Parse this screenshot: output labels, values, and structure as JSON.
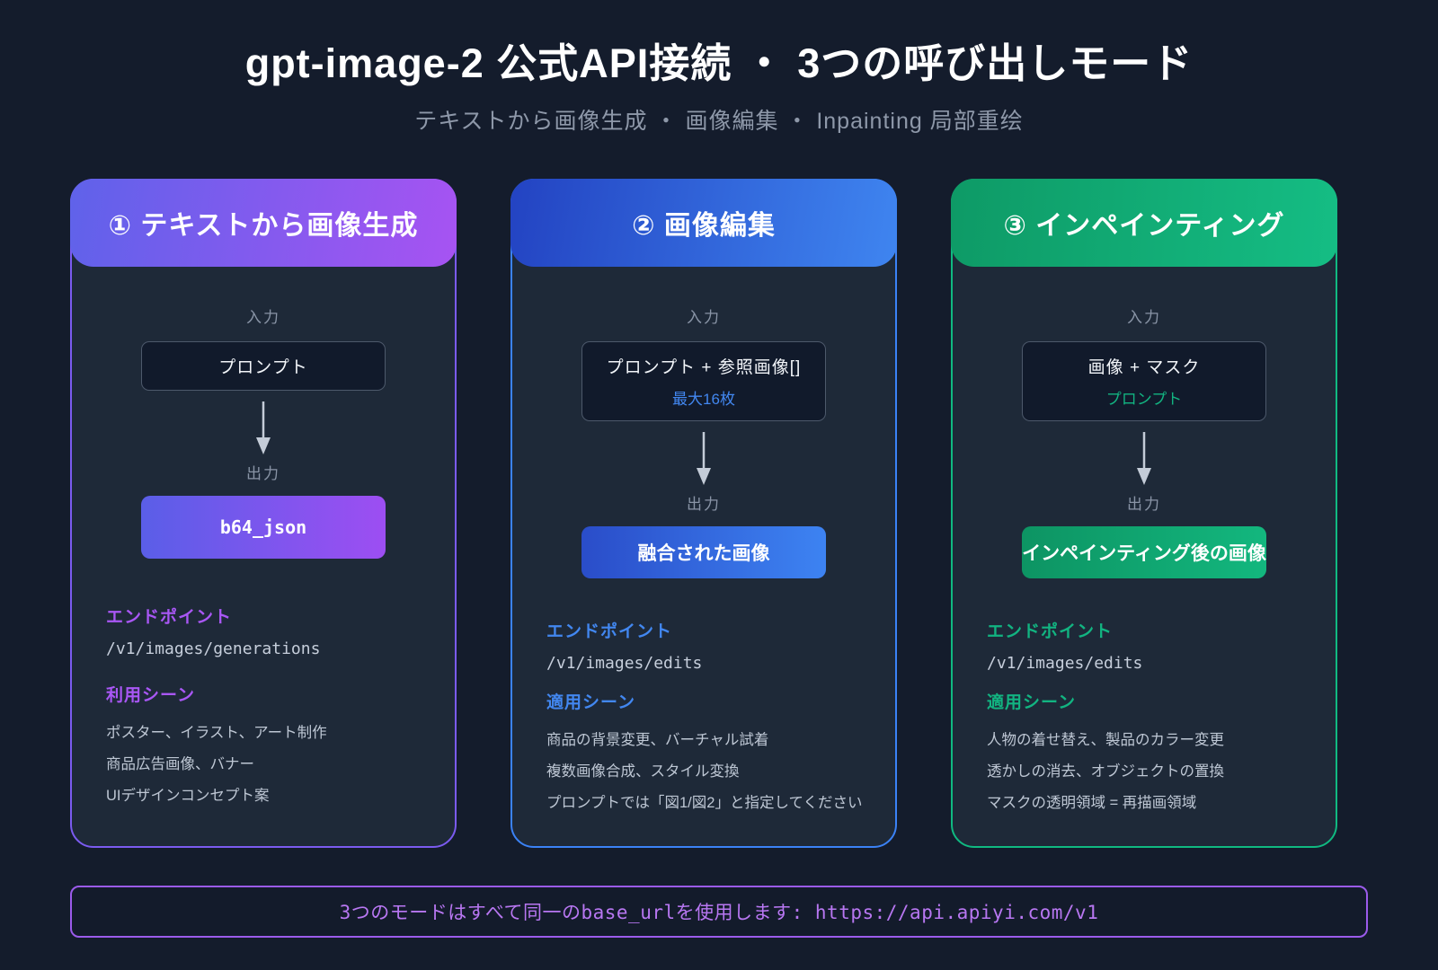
{
  "header": {
    "title": "gpt-image-2 公式API接続 ・ 3つの呼び出しモード",
    "subtitle": "テキストから画像生成 ・ 画像編集 ・ Inpainting 局部重绘"
  },
  "cards": [
    {
      "title": "① テキストから画像生成",
      "input_label": "入力",
      "input_main": "プロンプト",
      "output_label": "出力",
      "output_text": "b64_json",
      "endpoint_heading": "エンドポイント",
      "endpoint_path": "/v1/images/generations",
      "scene_heading": "利用シーン",
      "scenes": [
        "ポスター、イラスト、アート制作",
        "商品広告画像、バナー",
        "UIデザインコンセプト案"
      ],
      "accent_color": "#a855f7"
    },
    {
      "title": "② 画像編集",
      "input_label": "入力",
      "input_main": "プロンプト + 参照画像[]",
      "input_sub": "最大16枚",
      "output_label": "出力",
      "output_text": "融合された画像",
      "endpoint_heading": "エンドポイント",
      "endpoint_path": "/v1/images/edits",
      "scene_heading": "適用シーン",
      "scenes": [
        "商品の背景変更、バーチャル試着",
        "複数画像合成、スタイル変換",
        "プロンプトでは「図1/図2」と指定してください"
      ],
      "accent_color": "#3b82f6"
    },
    {
      "title": "③ インペインティング",
      "input_label": "入力",
      "input_main": "画像 + マスク",
      "input_sub": "プロンプト",
      "output_label": "出力",
      "output_text": "インペインティング後の画像",
      "endpoint_heading": "エンドポイント",
      "endpoint_path": "/v1/images/edits",
      "scene_heading": "適用シーン",
      "scenes": [
        "人物の着せ替え、製品のカラー変更",
        "透かしの消去、オブジェクトの置換",
        "マスクの透明領域 = 再描画領域"
      ],
      "accent_color": "#10b981"
    }
  ],
  "footer": {
    "text": "3つのモードはすべて同一のbase_urlを使用します: https://api.apiyi.com/v1"
  }
}
